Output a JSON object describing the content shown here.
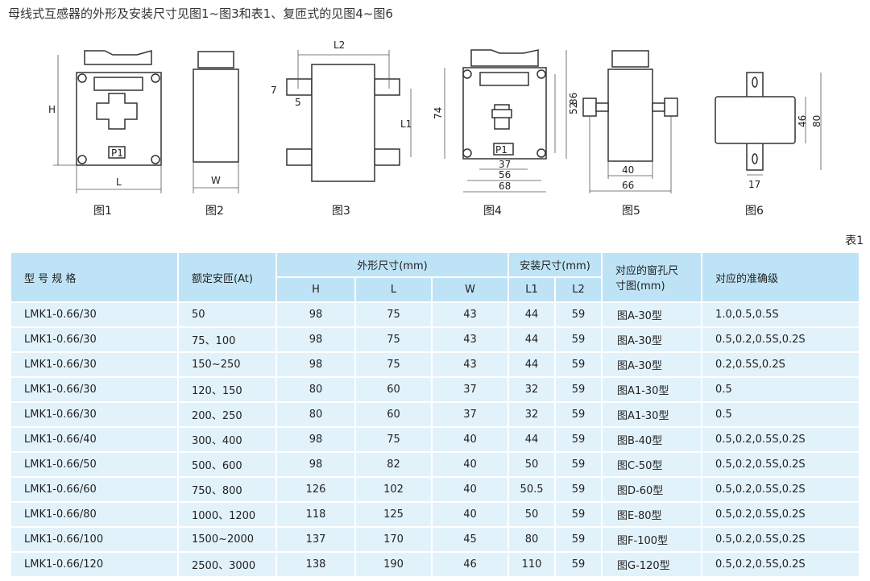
{
  "title": "母线式互感器的外形及安装尺寸见图1~图3和表1、复匝式的见图4~图6",
  "figures": {
    "fig1": {
      "caption": "图1",
      "h": "H",
      "l": "L",
      "p1": "P1"
    },
    "fig2": {
      "caption": "图2",
      "w": "W"
    },
    "fig3": {
      "caption": "图3",
      "l2": "L2",
      "l1": "L1",
      "d7": "7",
      "d5": "5"
    },
    "fig4": {
      "caption": "图4",
      "d74": "74",
      "d52": "52",
      "d86": "86",
      "d37": "37",
      "d56": "56",
      "d68": "68",
      "p1": "P1"
    },
    "fig5": {
      "caption": "图5",
      "d40": "40",
      "d66": "66"
    },
    "fig6": {
      "caption": "图6",
      "d46": "46",
      "d80": "80",
      "d17": "17"
    }
  },
  "table_label": "表1",
  "table": {
    "headers": {
      "model": "型 号 规 格",
      "current": "额定安匝(At)",
      "outer": "外形尺寸(mm)",
      "install": "安装尺寸(mm)",
      "window": "对应的窗孔尺寸图(mm)",
      "accuracy": "对应的准确级",
      "h": "H",
      "l": "L",
      "w": "W",
      "l1": "L1",
      "l2": "L2"
    },
    "rows": [
      [
        "LMK1-0.66/30",
        "50",
        "98",
        "75",
        "43",
        "44",
        "59",
        "图A-30型",
        "1.0,0.5,0.5S"
      ],
      [
        "LMK1-0.66/30",
        "75、100",
        "98",
        "75",
        "43",
        "44",
        "59",
        "图A-30型",
        "0.5,0.2,0.5S,0.2S"
      ],
      [
        "LMK1-0.66/30",
        "150~250",
        "98",
        "75",
        "43",
        "44",
        "59",
        "图A-30型",
        "0.2,0.5S,0.2S"
      ],
      [
        "LMK1-0.66/30",
        "120、150",
        "80",
        "60",
        "37",
        "32",
        "59",
        "图A1-30型",
        "0.5"
      ],
      [
        "LMK1-0.66/30",
        "200、250",
        "80",
        "60",
        "37",
        "32",
        "59",
        "图A1-30型",
        "0.5"
      ],
      [
        "LMK1-0.66/40",
        "300、400",
        "98",
        "75",
        "40",
        "44",
        "59",
        "图B-40型",
        "0.5,0.2,0.5S,0.2S"
      ],
      [
        "LMK1-0.66/50",
        "500、600",
        "98",
        "82",
        "40",
        "50",
        "59",
        "图C-50型",
        "0.5,0.2,0.5S,0.2S"
      ],
      [
        "LMK1-0.66/60",
        "750、800",
        "126",
        "102",
        "40",
        "50.5",
        "59",
        "图D-60型",
        "0.5,0.2,0.5S,0.2S"
      ],
      [
        "LMK1-0.66/80",
        "1000、1200",
        "118",
        "125",
        "40",
        "50",
        "59",
        "图E-80型",
        "0.5,0.2,0.5S,0.2S"
      ],
      [
        "LMK1-0.66/100",
        "1500~2000",
        "137",
        "170",
        "45",
        "80",
        "59",
        "图F-100型",
        "0.5,0.2,0.5S,0.2S"
      ],
      [
        "LMK1-0.66/120",
        "2500、3000",
        "138",
        "190",
        "46",
        "110",
        "59",
        "图G-120型",
        "0.5,0.2,0.5S,0.2S"
      ]
    ]
  }
}
